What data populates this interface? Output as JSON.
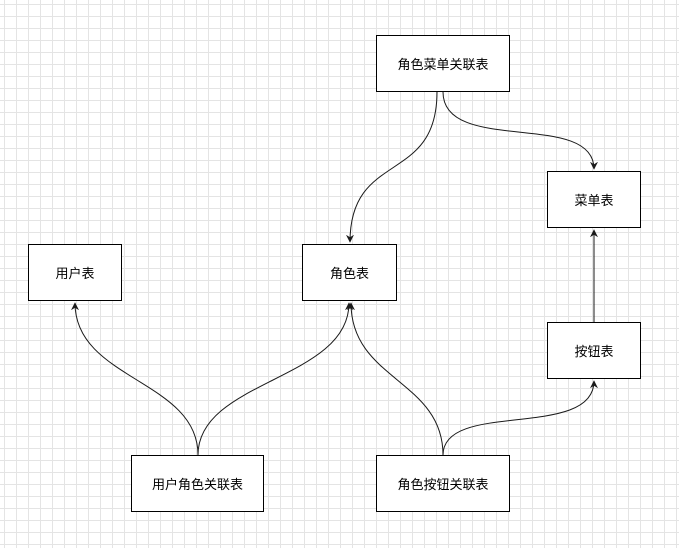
{
  "diagram": {
    "nodes": {
      "user_table": "用户表",
      "role_table": "角色表",
      "menu_table": "菜单表",
      "button_table": "按钮表",
      "role_menu_table": "角色菜单关联表",
      "user_role_table": "用户角色关联表",
      "role_button_table": "角色按钮关联表"
    },
    "edges": [
      {
        "from": "role_menu_table",
        "to": "role_table"
      },
      {
        "from": "role_menu_table",
        "to": "menu_table"
      },
      {
        "from": "user_role_table",
        "to": "user_table"
      },
      {
        "from": "user_role_table",
        "to": "role_table"
      },
      {
        "from": "role_button_table",
        "to": "role_table"
      },
      {
        "from": "role_button_table",
        "to": "button_table"
      },
      {
        "from": "button_table",
        "to": "menu_table"
      }
    ],
    "colors": {
      "line": "#1a1a1a",
      "grid": "#e4e4e4",
      "node_border": "#000000",
      "background": "#ffffff"
    }
  }
}
